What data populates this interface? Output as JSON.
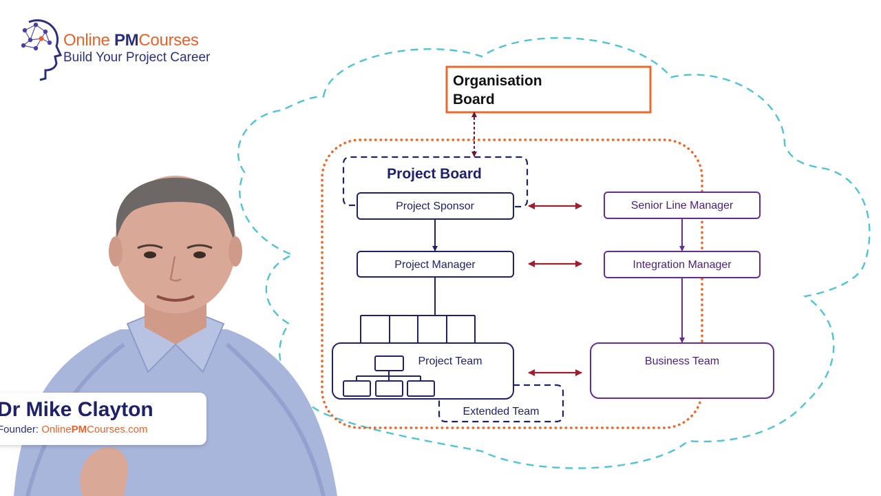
{
  "logo": {
    "brand_online": "Online ",
    "brand_pm": "PM",
    "brand_courses": "Courses",
    "tagline": "Build Your Project Career"
  },
  "diagram": {
    "organisation_board": [
      "Organisation",
      "Board"
    ],
    "project_board": "Project Board",
    "project_sponsor": "Project Sponsor",
    "project_manager": "Project Manager",
    "project_team": "Project Team",
    "extended_team": "Extended Team",
    "senior_line_manager": "Senior Line Manager",
    "integration_manager": "Integration Manager",
    "business_team": "Business Team"
  },
  "presenter": {
    "name": "Dr Mike Clayton",
    "role_prefix": "Founder: ",
    "role_site_a": "Online",
    "role_site_b": "PM",
    "role_site_c": "Courses.com"
  },
  "colors": {
    "cloud": "#4ec3d2",
    "orange": "#e8692c",
    "navy": "#1e2168",
    "purple": "#6a2b8f",
    "maroon": "#9c1f2e",
    "shirt": "#a9b6dc",
    "skin": "#d9a896"
  }
}
